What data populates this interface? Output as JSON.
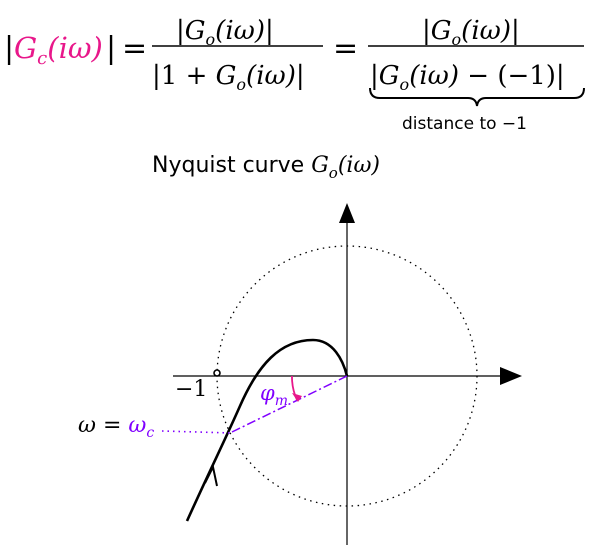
{
  "formula": {
    "lhs": "|G_c(iω)|",
    "lhs_inner": "G_c(iω)",
    "eq1": "=",
    "frac1_num": "|G_o(iω)|",
    "frac1_den": "|1 + G_o(iω)|",
    "eq2": "=",
    "frac2_num": "|G_o(iω)|",
    "frac2_den": "|G_o(iω) − (−1)|",
    "underbrace_label": "distance to −1"
  },
  "diagram": {
    "title": "Nyquist curve G_o(iω)",
    "minus_one_label": "−1",
    "phase_margin_label": "φ_m",
    "crossover_label": "ω = ω_c",
    "crossover_lhs": "ω =",
    "crossover_rhs": "ω_c"
  },
  "colors": {
    "magenta": "#e8178a",
    "violet": "#8000ff",
    "black": "#000000"
  }
}
